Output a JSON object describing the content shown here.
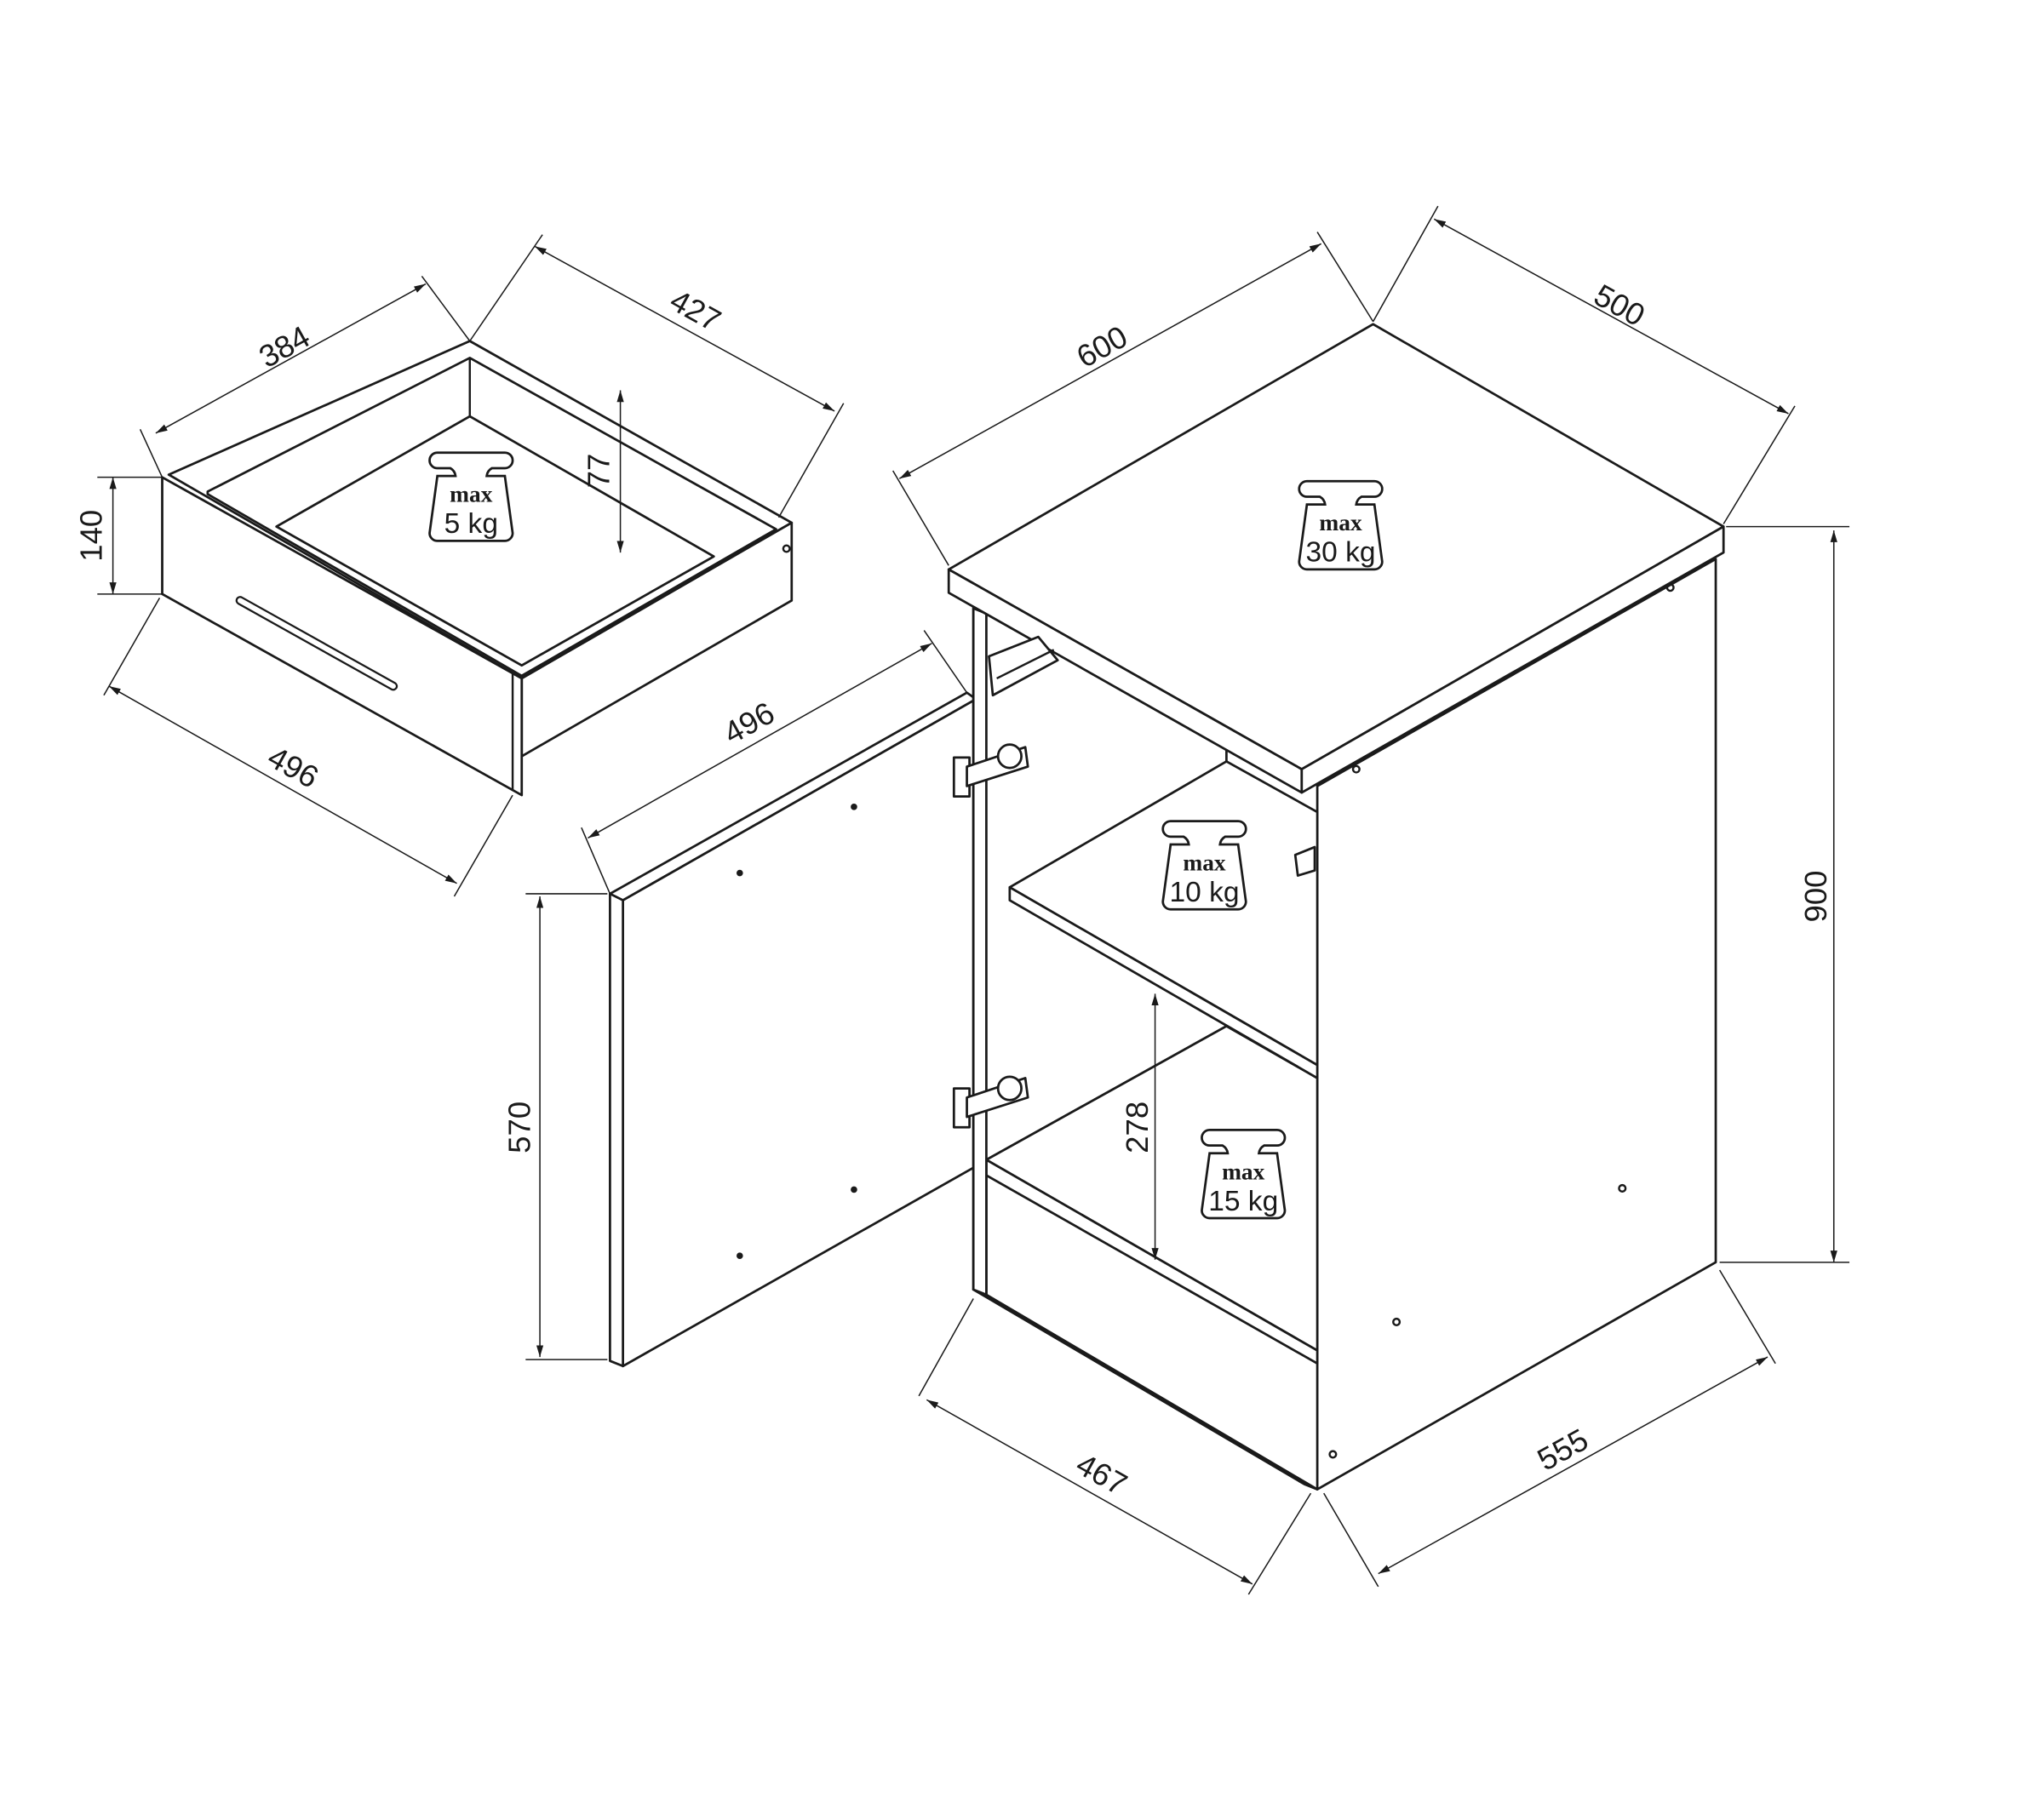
{
  "dimensions": {
    "drawer_inner_width": "384",
    "drawer_depth": "427",
    "drawer_inner_height": "77",
    "drawer_height": "140",
    "drawer_front_width": "496",
    "door_width": "496",
    "door_height": "570",
    "cabinet_width": "600",
    "cabinet_depth": "500",
    "cabinet_height": "900",
    "base_width": "467",
    "base_depth": "555",
    "shelf_gap": "278"
  },
  "weights": {
    "max_label": "max",
    "drawer": "5 kg",
    "top": "30 kg",
    "shelf": "10 kg",
    "bottom": "15 kg"
  }
}
